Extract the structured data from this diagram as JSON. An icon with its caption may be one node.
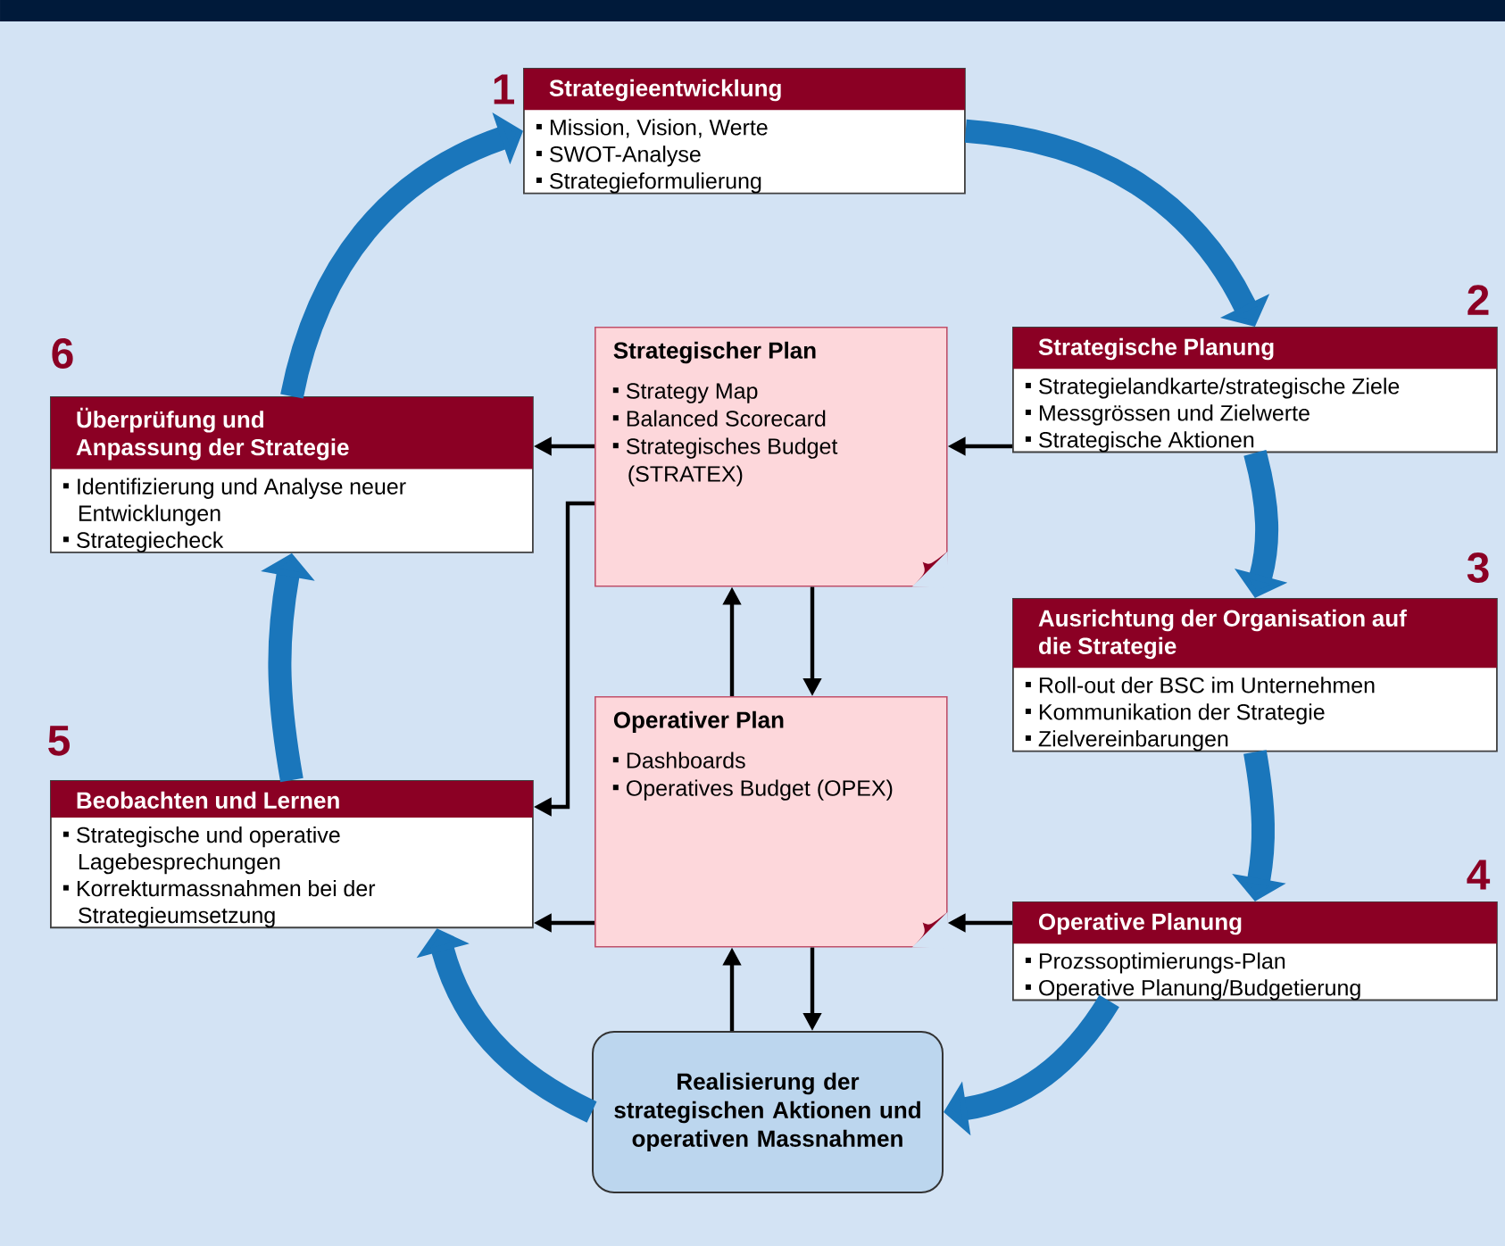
{
  "diagram": {
    "nodes": [
      {
        "text": [
          "Strategieentwicklung",
          "Mission, Vision, Werte",
          "SWOT-Analyse",
          "Strategieformulierung"
        ],
        "beside": [
          "1"
        ]
      },
      {
        "text": [
          "Strategische Planung",
          "Strategielandkarte/strategische Ziele",
          "Messgrössen und Zielwerte",
          "Strategische Aktionen"
        ],
        "beside": [
          "2"
        ]
      },
      {
        "text": [
          "Ausrichtung der Organisation auf die Strategie",
          "Roll-out der BSC im Unternehmen",
          "Kommunikation der Strategie",
          "Zielvereinbarungen"
        ],
        "beside": [
          "3"
        ]
      },
      {
        "text": [
          "Operative Planung",
          "Prozssoptimierungs-Plan",
          "Operative Planung/Budgetierung"
        ],
        "beside": [
          "4"
        ]
      },
      {
        "text": [
          "Beobachten und Lernen",
          "Strategische und operative Lagebesprechungen",
          "Korrekturmassnahmen bei der Strategieumsetzung"
        ],
        "beside": [
          "5"
        ]
      },
      {
        "text": [
          "Überprüfung und Anpassung der Strategie",
          "Identifizierung und Analyse neuer Entwicklungen",
          "Strategiecheck"
        ],
        "beside": [
          "6"
        ]
      },
      {
        "text": [
          "Strategischer Plan",
          "Strategy Map",
          "Balanced Scorecard",
          "Strategisches Budget (STRATEX)"
        ]
      },
      {
        "text": [
          "Operativer Plan",
          "Dashboards",
          "Operatives Budget (OPEX)"
        ]
      },
      {
        "text": [
          "Realisierung der strategischen Aktionen und operativen Massnahmen"
        ]
      }
    ],
    "edges": [
      {
        "from": 1,
        "to": 6,
        "arrow": "to"
      },
      {
        "from": 6,
        "to": 5,
        "arrow": "to"
      },
      {
        "from": 6,
        "to": 4,
        "arrow": "to"
      },
      {
        "from": 6,
        "to": 7,
        "arrow": "to"
      },
      {
        "from": 7,
        "to": 6,
        "arrow": "to"
      },
      {
        "from": 3,
        "to": 7,
        "arrow": "to"
      },
      {
        "from": 7,
        "to": 4,
        "arrow": "to"
      },
      {
        "from": 8,
        "to": 7,
        "arrow": "to"
      },
      {
        "from": 7,
        "to": 8,
        "arrow": "to"
      },
      {
        "from": 0,
        "to": 1,
        "arrow": "to",
        "style": "thick",
        "color": "#1a76bb"
      },
      {
        "from": 1,
        "to": 2,
        "arrow": "to",
        "style": "thick",
        "color": "#1a76bb"
      },
      {
        "from": 2,
        "to": 3,
        "arrow": "to",
        "style": "thick",
        "color": "#1a76bb"
      },
      {
        "from": 3,
        "to": 8,
        "arrow": "to",
        "style": "thick",
        "color": "#1a76bb"
      },
      {
        "from": 8,
        "to": 4,
        "arrow": "to",
        "style": "thick",
        "color": "#1a76bb"
      },
      {
        "from": 4,
        "to": 5,
        "arrow": "to",
        "style": "thick",
        "color": "#1a76bb"
      },
      {
        "from": 5,
        "to": 0,
        "arrow": "to",
        "style": "thick",
        "color": "#1a76bb"
      }
    ]
  }
}
